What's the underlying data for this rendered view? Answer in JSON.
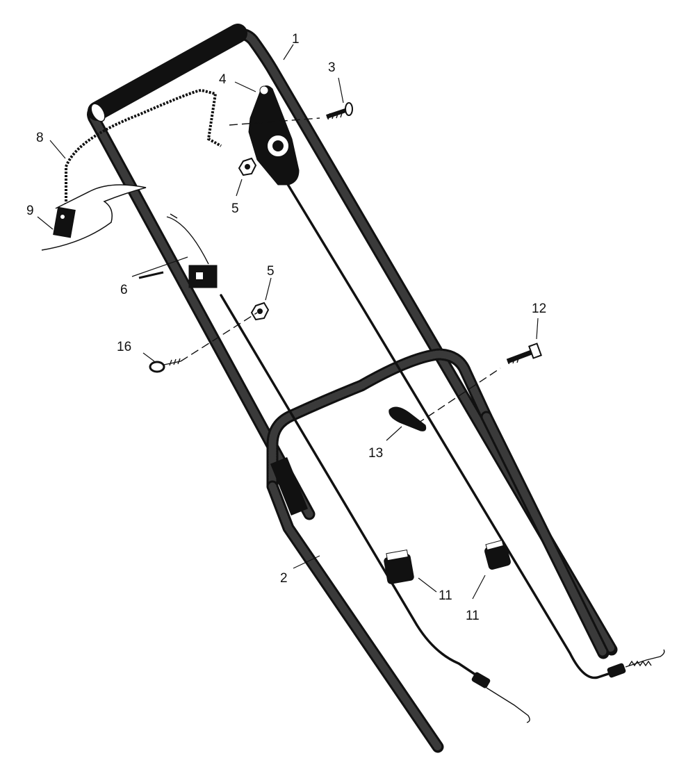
{
  "labels": {
    "p1": "1",
    "p2": "2",
    "p3": "3",
    "p4": "4",
    "p5a": "5",
    "p5b": "5",
    "p6": "6",
    "p8": "8",
    "p9": "9",
    "p11a": "11",
    "p11b": "11",
    "p12": "12",
    "p13": "13",
    "p16": "16"
  }
}
